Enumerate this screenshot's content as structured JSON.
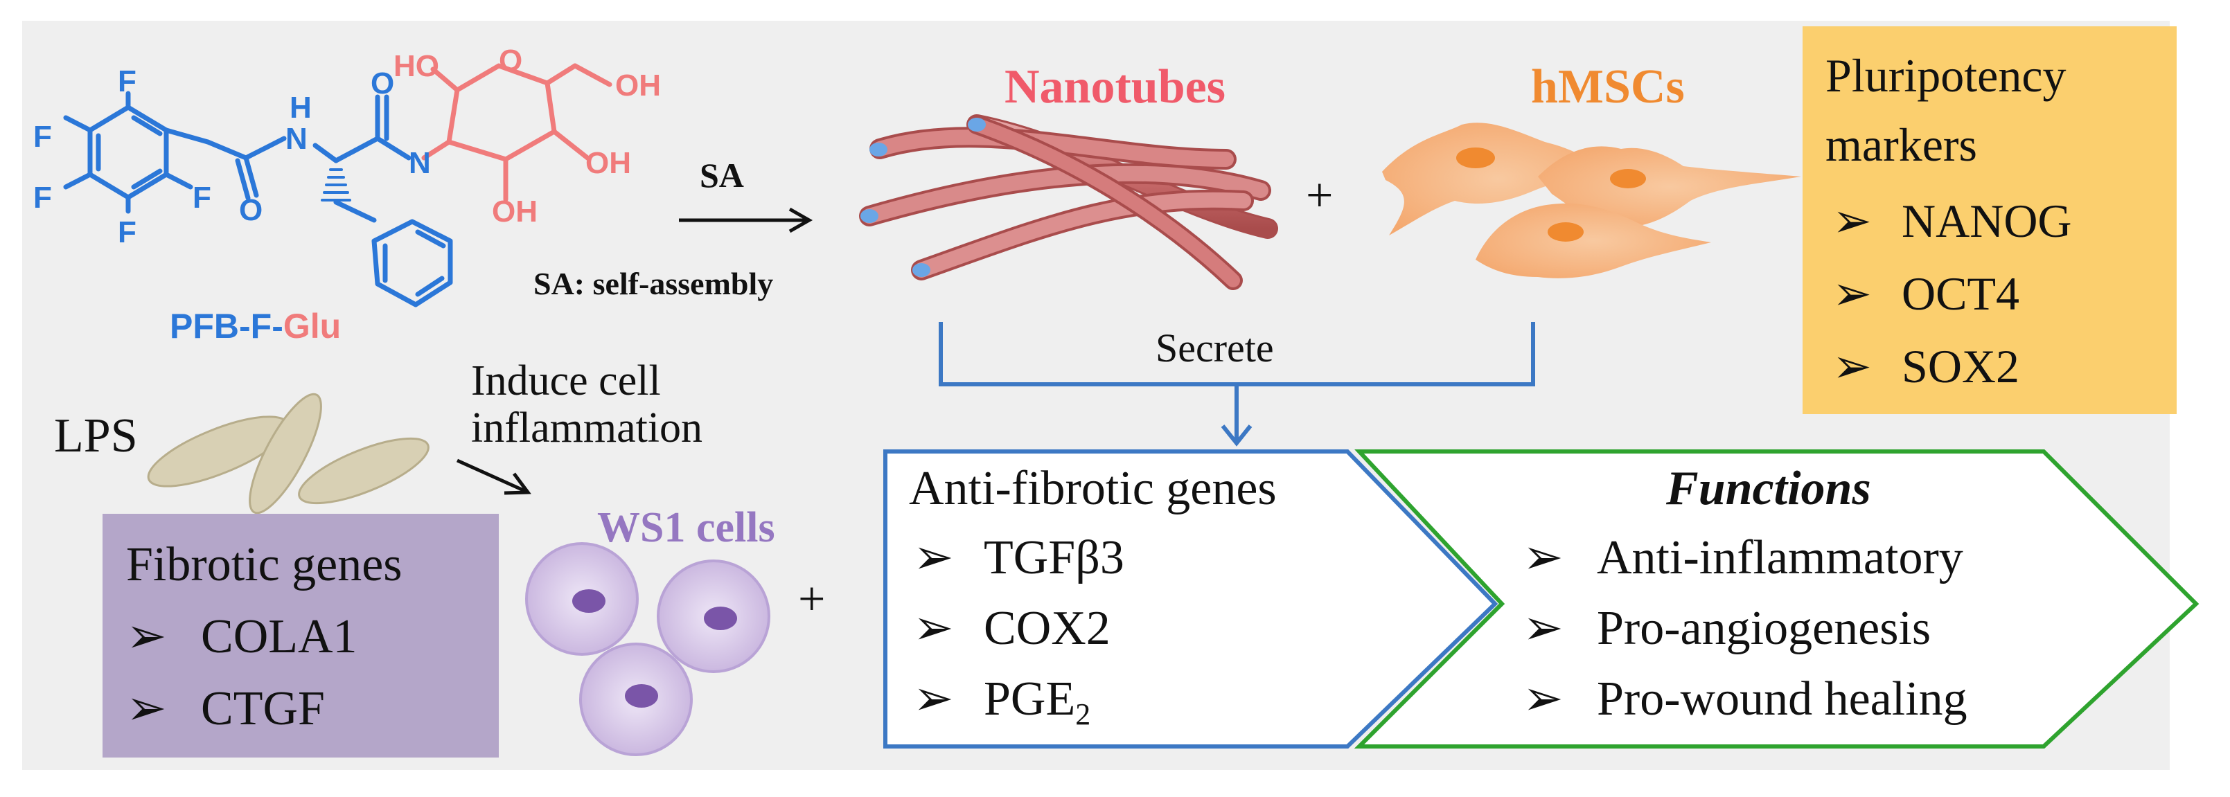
{
  "molecule": {
    "name_parts": [
      {
        "text": "PFB",
        "color": "#2b77d8"
      },
      {
        "text": "-F-",
        "color": "#2b77d8"
      },
      {
        "text": "Glu",
        "color": "#f07b7b"
      }
    ],
    "atoms": {
      "F": "F",
      "H": "H",
      "N": "N",
      "O": "O",
      "HO": "HO",
      "OH": "OH"
    }
  },
  "sa_arrow": {
    "label": "SA",
    "note": "SA: self-assembly"
  },
  "nanotubes": {
    "title": "Nanotubes",
    "color": "#f05a6a"
  },
  "hmscs": {
    "title": "hMSCs",
    "color": "#f08a30"
  },
  "plus_signs": [
    "+",
    "+"
  ],
  "pluripotency": {
    "title_line1": "Pluripotency",
    "title_line2": "markers",
    "items": [
      "NANOG",
      "OCT4",
      "SOX2"
    ],
    "bg": "#fbcf6e"
  },
  "secrete": {
    "label": "Secrete"
  },
  "lps": {
    "label": "LPS"
  },
  "induce": {
    "line1": "Induce cell",
    "line2": "inflammation"
  },
  "ws1": {
    "title": "WS1 cells",
    "color": "#9577c1"
  },
  "fibrotic": {
    "title": "Fibrotic genes",
    "items": [
      "COLA1",
      "CTGF"
    ],
    "bg": "#b4a6c9"
  },
  "antifibrotic": {
    "title": "Anti-fibrotic genes",
    "items": [
      "TGFβ3",
      "COX2"
    ],
    "item3_base": "PGE",
    "item3_sub": "2",
    "border": "#3c78c4"
  },
  "functions": {
    "title": "Functions",
    "items": [
      "Anti-inflammatory",
      "Pro-angiogenesis",
      "Pro-wound healing"
    ],
    "border": "#2ea32e"
  },
  "bullet": "➢"
}
